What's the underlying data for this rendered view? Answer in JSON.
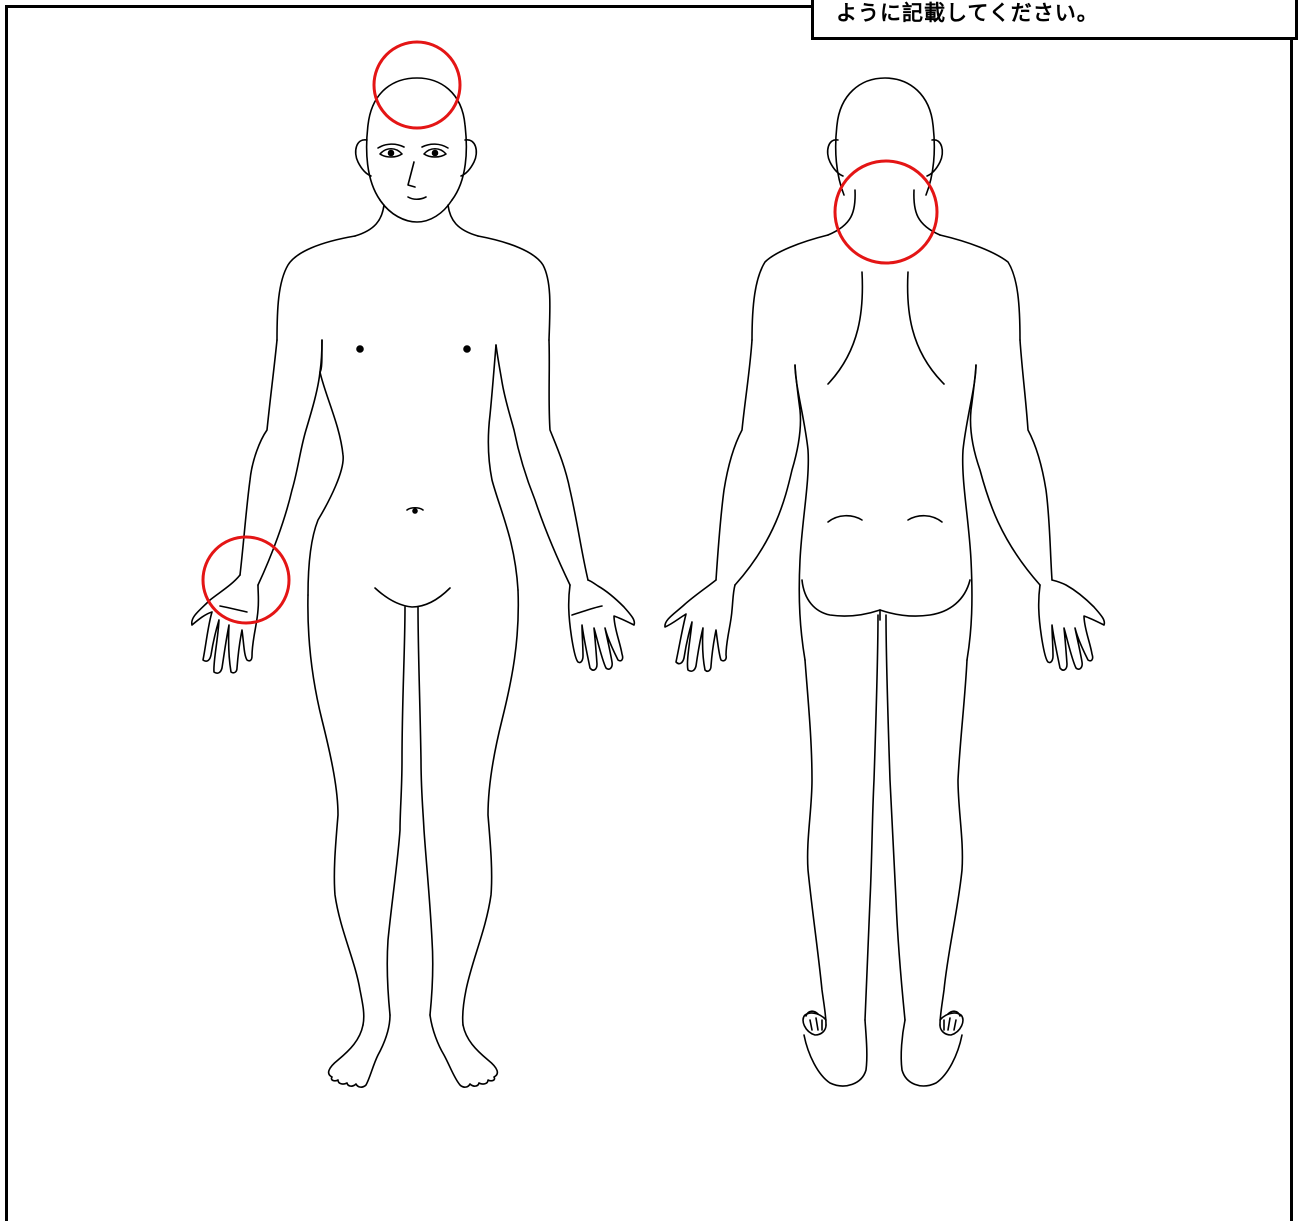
{
  "instruction": {
    "text": "ように記載してください。"
  },
  "colors": {
    "marker": "#e41515",
    "outline": "#000000"
  },
  "figures": [
    {
      "view": "front"
    },
    {
      "view": "back"
    }
  ],
  "marked_areas": [
    {
      "view": "front",
      "region": "head-top"
    },
    {
      "view": "front",
      "region": "right-wrist"
    },
    {
      "view": "back",
      "region": "neck"
    }
  ]
}
